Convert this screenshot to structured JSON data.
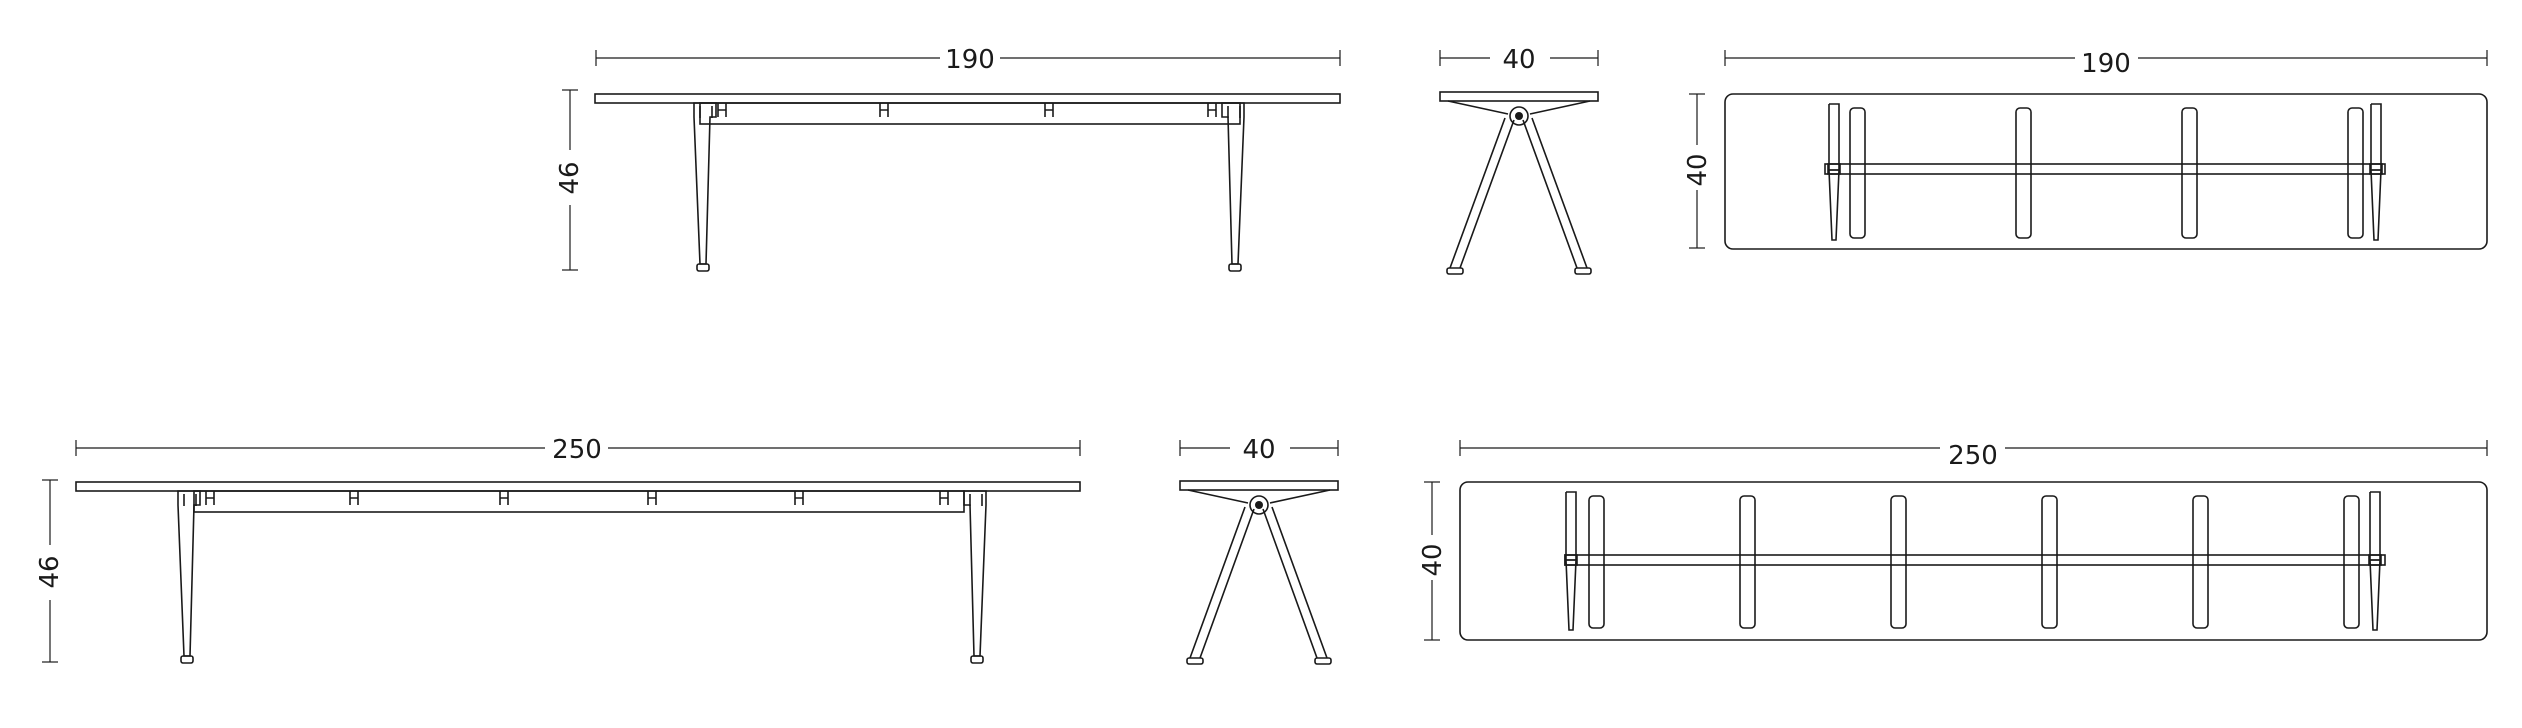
{
  "figure": {
    "description_labels": {
      "bench_190_side_width": "190",
      "bench_190_side_height": "46",
      "bench_190_end_width": "40",
      "bench_190_top_width": "190",
      "bench_190_top_depth": "40",
      "bench_250_side_width": "250",
      "bench_250_side_height": "46",
      "bench_250_end_width": "40",
      "bench_250_top_width": "250",
      "bench_250_top_depth": "40"
    },
    "line_color": "#1a1a1a",
    "background": "#ffffff"
  }
}
